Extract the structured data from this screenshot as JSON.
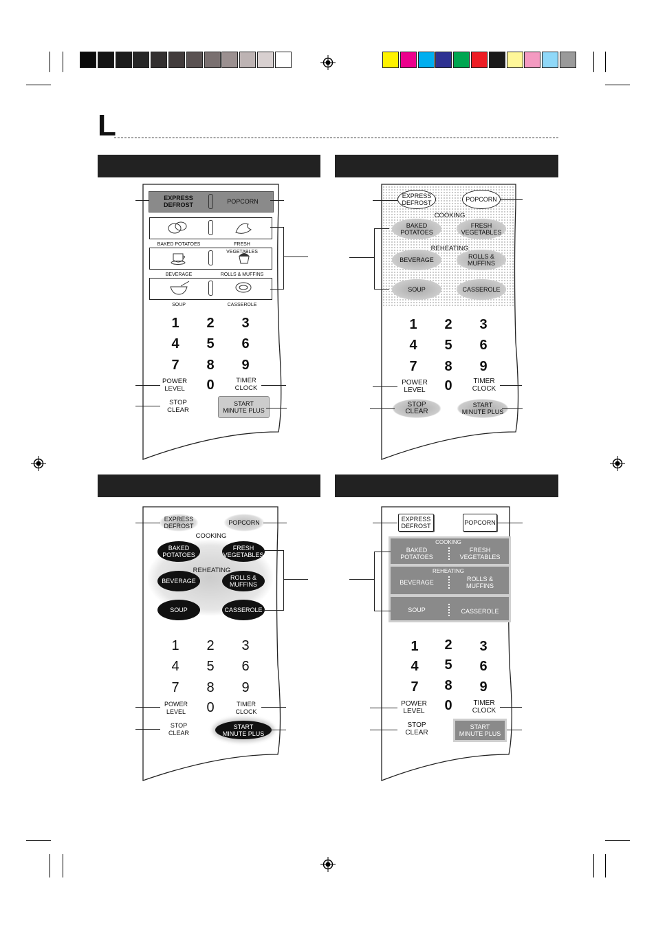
{
  "print_marks": {
    "gray_swatches": [
      "#0a0a0a",
      "#141414",
      "#1c1c1c",
      "#262626",
      "#333030",
      "#423c3c",
      "#5a5252",
      "#7a7070",
      "#9b9090",
      "#bdb3b3",
      "#d8d0d0",
      "#ffffff"
    ],
    "color_swatches": [
      "#fff200",
      "#ec008c",
      "#00aeef",
      "#2e3192",
      "#00a651",
      "#ed1c24",
      "#1a1a1a",
      "#fff799",
      "#f49ac1",
      "#8fd8f8",
      "#9a9a9a"
    ]
  },
  "header": {
    "initial": "L"
  },
  "panels": [
    {
      "id": "a",
      "top": {
        "express": "EXPRESS\nDEFROST",
        "popcorn": "POPCORN"
      },
      "food": [
        {
          "left": "BAKED POTATOES",
          "right": "FRESH VEGETABLES"
        },
        {
          "left": "BEVERAGE",
          "right": "ROLLS & MUFFINS"
        },
        {
          "left": "SOUP",
          "right": "CASSEROLE"
        }
      ],
      "digits": [
        "1",
        "2",
        "3",
        "4",
        "5",
        "6",
        "7",
        "8",
        "9",
        "0"
      ],
      "power": "POWER\nLEVEL",
      "timer": "TIMER\nCLOCK",
      "stop": "STOP\nCLEAR",
      "start": "START\nMINUTE PLUS"
    },
    {
      "id": "b",
      "top": {
        "express": "EXPRESS\nDEFROST",
        "popcorn": "POPCORN"
      },
      "cooking": "COOKING",
      "reheating": "REHEATING",
      "food": [
        {
          "left": "BAKED\nPOTATOES",
          "right": "FRESH\nVEGETABLES"
        },
        {
          "left": "BEVERAGE",
          "right": "ROLLS &\nMUFFINS"
        },
        {
          "left": "SOUP",
          "right": "CASSEROLE"
        }
      ],
      "digits": [
        "1",
        "2",
        "3",
        "4",
        "5",
        "6",
        "7",
        "8",
        "9",
        "0"
      ],
      "power": "POWER\nLEVEL",
      "timer": "TIMER\nCLOCK",
      "stop": "STOP\nCLEAR",
      "start": "START\nMINUTE PLUS"
    },
    {
      "id": "c",
      "top": {
        "express": "EXPRESS\nDEFROST",
        "popcorn": "POPCORN"
      },
      "cooking": "COOKING",
      "reheating": "REHEATING",
      "food": [
        {
          "left": "BAKED\nPOTATOES",
          "right": "FRESH\nVEGETABLES"
        },
        {
          "left": "BEVERAGE",
          "right": "ROLLS &\nMUFFINS"
        },
        {
          "left": "SOUP",
          "right": "CASSEROLE"
        }
      ],
      "digits": [
        "1",
        "2",
        "3",
        "4",
        "5",
        "6",
        "7",
        "8",
        "9",
        "0"
      ],
      "power": "POWER\nLEVEL",
      "timer": "TIMER\nCLOCK",
      "stop": "STOP\nCLEAR",
      "start": "START\nMINUTE PLUS"
    },
    {
      "id": "d",
      "top": {
        "express": "EXPRESS\nDEFROST",
        "popcorn": "POPCORN"
      },
      "cooking": "COOKING",
      "reheating": "REHEATING",
      "food": [
        {
          "left": "BAKED\nPOTATOES",
          "right": "FRESH\nVEGETABLES"
        },
        {
          "left": "BEVERAGE",
          "right": "ROLLS &\nMUFFINS"
        },
        {
          "left": "SOUP",
          "right": "CASSEROLE"
        }
      ],
      "digits": [
        "1",
        "2",
        "3",
        "4",
        "5",
        "6",
        "7",
        "8",
        "9",
        "0"
      ],
      "power": "POWER\nLEVEL",
      "timer": "TIMER\nCLOCK",
      "stop": "STOP\nCLEAR",
      "start": "START\nMINUTE PLUS"
    }
  ]
}
